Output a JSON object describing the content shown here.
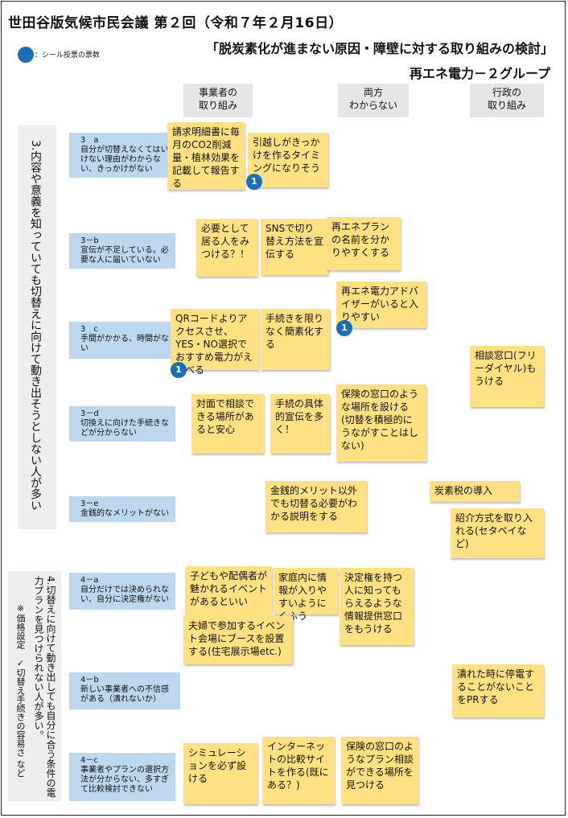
{
  "header": {
    "title": "世田谷版気候市民会議 第２回（令和７年２月16日）",
    "subtitle": "「脱炭素化が進まない原因・障壁に対する取り組みの検討」",
    "group": "再エネ電力－２グループ"
  },
  "legend": {
    "text": "：シール投票の票数",
    "color": "#1b6fb8"
  },
  "columns": {
    "business": "事業者の\n取り組み",
    "both": "両方\nわからない",
    "admin": "行政の\n取り組み"
  },
  "sections": {
    "s3": "3.内容や意義を知っていても切替えに向けて動き出そうとしない人が多い",
    "s4_main": "4.切替えに向けて動き出しても自分に合う条件の電力プランを見つけられない人が多い。",
    "s4_note": "※価格設定　✓切替え手続きの容易さ など"
  },
  "issues": {
    "i3a": "3　a\n自分が切替えなくてはいけない理由がわからない、きっかけがない",
    "i3b": "3－b\n宣伝が不足している。必要な人に届いていない",
    "i3c": "3　c\n手間がかかる、時間がない",
    "i3d": "3－d\n切換えに向けた手続きなどが分からない",
    "i3e": "3－e\n金銭的なメリットがない",
    "i4a": "4－a\n自分だけでは決められない、自分に決定権がない",
    "i4b": "4－b\n新しい事業者への不信感がある（潰れないか）",
    "i4c": "4－c\n事業者やプランの選択方法が分からない、多すぎて比較検討できない"
  },
  "notes": {
    "n1": "請求明細書に毎月のCO2削減量・植林効果を記載して報告する",
    "n2": "引越しがきっかけを作るタイミングになりそう",
    "n3": "必要として居る人をみつける？！",
    "n4": "SNSで切り替え方法を宣伝する",
    "n5": "再エネプランの名前を分かりやすくする",
    "n6": "再エネ電力アドバイザーがいると入りやすい",
    "n7": "QRコードよりアクセスさせ、YES・NO選択でおすすめ電力がえらべる",
    "n8": "手続きを限りなく簡素化する",
    "n9": "相談窓口(フリーダイヤル)もうける",
    "n10": "対面で相談できる場所があると安心",
    "n11": "手続の具体的宣伝を多く！",
    "n12": "保険の窓口のような場所を設ける(切替を積極的にうながすことはしない)",
    "n13": "金銭的メリット以外でも切替る必要がわかる説明をする",
    "n14": "炭素税の導入",
    "n15": "紹介方式を取り入れる(セタペイなど)",
    "n16": "子どもや配偶者が魅かれるイベントがあるといい",
    "n17": "家庭内に情報が入りやすいようにくふう",
    "n18": "決定権を持つ人に知ってもらえるような情報提供窓口をもうける",
    "n19": "夫婦で参加するイベント会場にブースを設置する(住宅展示場etc.)",
    "n20": "潰れた時に停電することがないことをPRする",
    "n21": "シミュレーションを必ず設ける",
    "n22": "インターネットの比較サイトを作る(既にある？)",
    "n23": "保険の窓口のようなプラン相談ができる場所を見つける"
  },
  "votes": {
    "v1": "1",
    "v2": "1",
    "v3": "1"
  }
}
